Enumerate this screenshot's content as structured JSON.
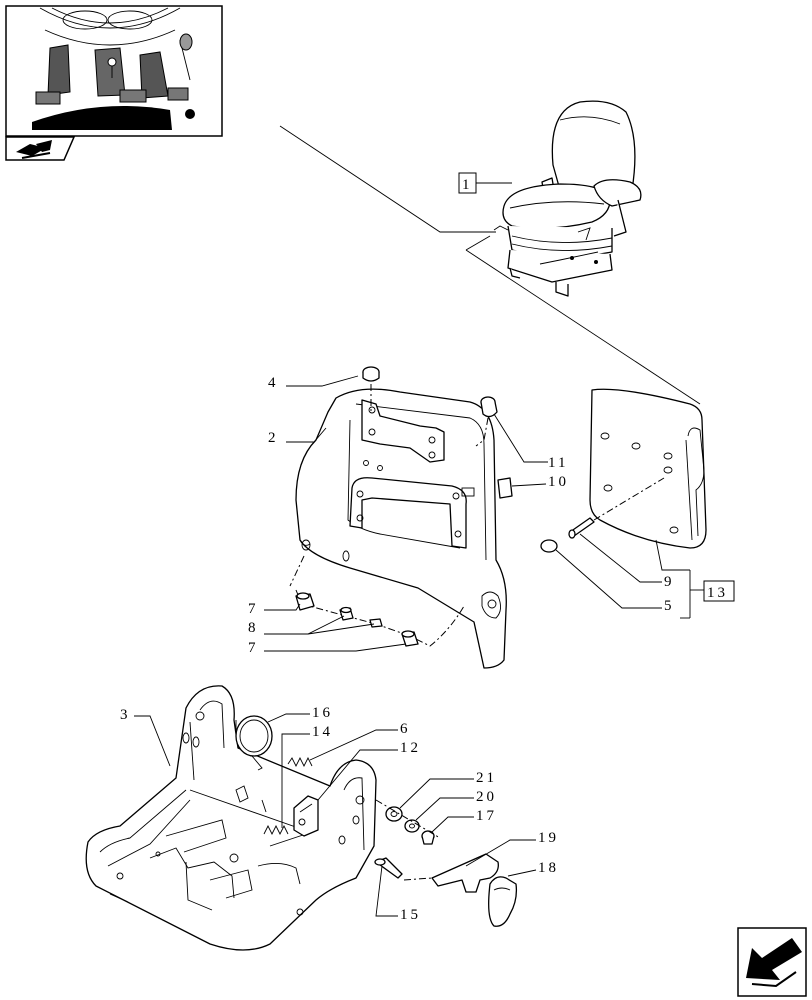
{
  "callouts": {
    "c1": "1",
    "c2": "2",
    "c3": "3",
    "c4": "4",
    "c5": "5",
    "c6": "6",
    "c7a": "7",
    "c7b": "7",
    "c8": "8",
    "c9": "9",
    "c10": "10",
    "c11": "11",
    "c12": "12",
    "c13": "13",
    "c14": "14",
    "c15": "15",
    "c16": "16",
    "c17": "17",
    "c18": "18",
    "c19": "19",
    "c20": "20",
    "c21": "21"
  },
  "icons": {
    "thumbnail": "tractor-cab-thumbnail-icon",
    "section": "book-arrow-icon",
    "next": "next-page-arrow-icon"
  },
  "colors": {
    "ink": "#000000",
    "paper": "#ffffff"
  }
}
